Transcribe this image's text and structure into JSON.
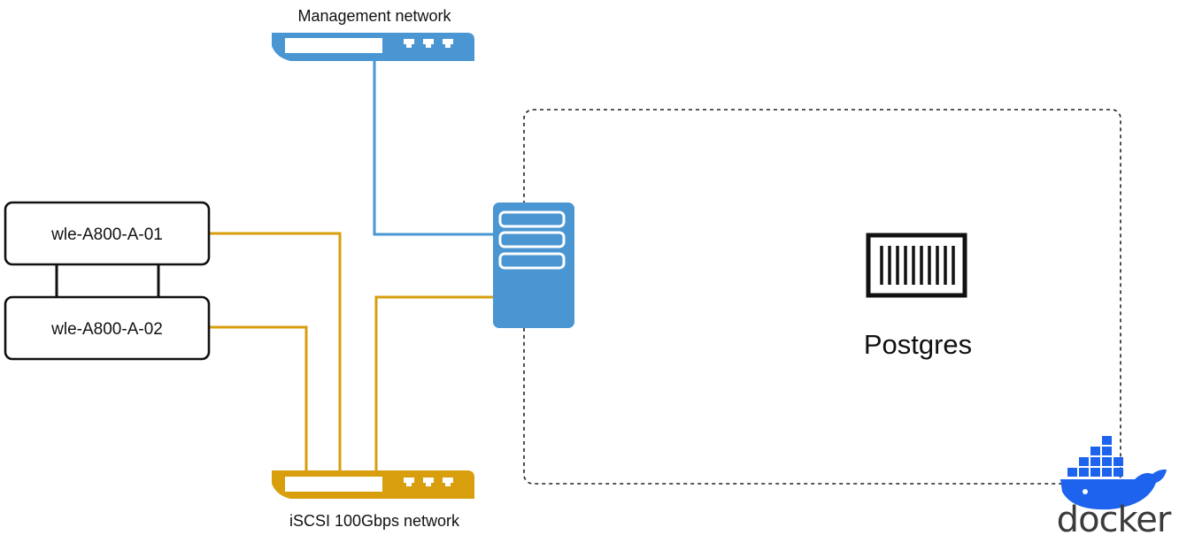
{
  "management_switch": {
    "label": "Management network",
    "color": "#4a96d2"
  },
  "iscsi_switch": {
    "label": "iSCSI 100Gbps network",
    "color": "#d89e0e"
  },
  "storage_nodes": [
    {
      "label": "wle-A800-A-01"
    },
    {
      "label": "wle-A800-A-02"
    }
  ],
  "server": {
    "color": "#4a96d2"
  },
  "container": {
    "label": "Postgres"
  },
  "logo": {
    "text": "docker",
    "color": "#1d63ed"
  }
}
